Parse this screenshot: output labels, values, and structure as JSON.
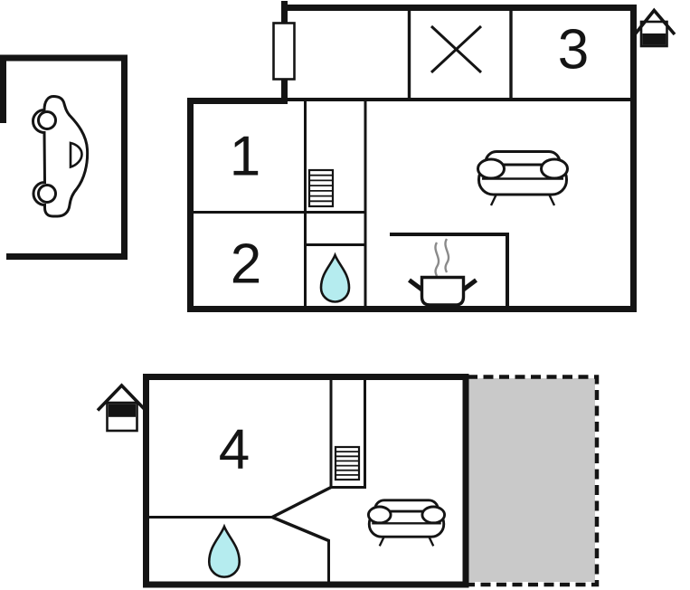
{
  "colors": {
    "line": "#141414",
    "water_drop": "#b5ecef",
    "terrace": "#c9c9c9",
    "steam": "#8a8a8a",
    "background": "#ffffff"
  },
  "garage": {
    "car_icon": "car-side-view"
  },
  "upper_floor": {
    "floor_indicator_icon": "house-lower-level-highlighted",
    "rooms": {
      "room1": "1",
      "room2": "2",
      "room3": "3"
    },
    "icons": {
      "cross": "x-cross-symbol",
      "chimney": "chimney-flue",
      "stairs": "staircase",
      "water_drop": "water-drop",
      "sofa": "sofa",
      "stove": "steaming-pot"
    }
  },
  "lower_floor": {
    "floor_indicator_icon": "house-upper-level-highlighted",
    "rooms": {
      "room4": "4"
    },
    "icons": {
      "stairs": "staircase",
      "water_drop": "water-drop",
      "sofa": "sofa",
      "terrace": "terrace-dashed-area"
    }
  }
}
